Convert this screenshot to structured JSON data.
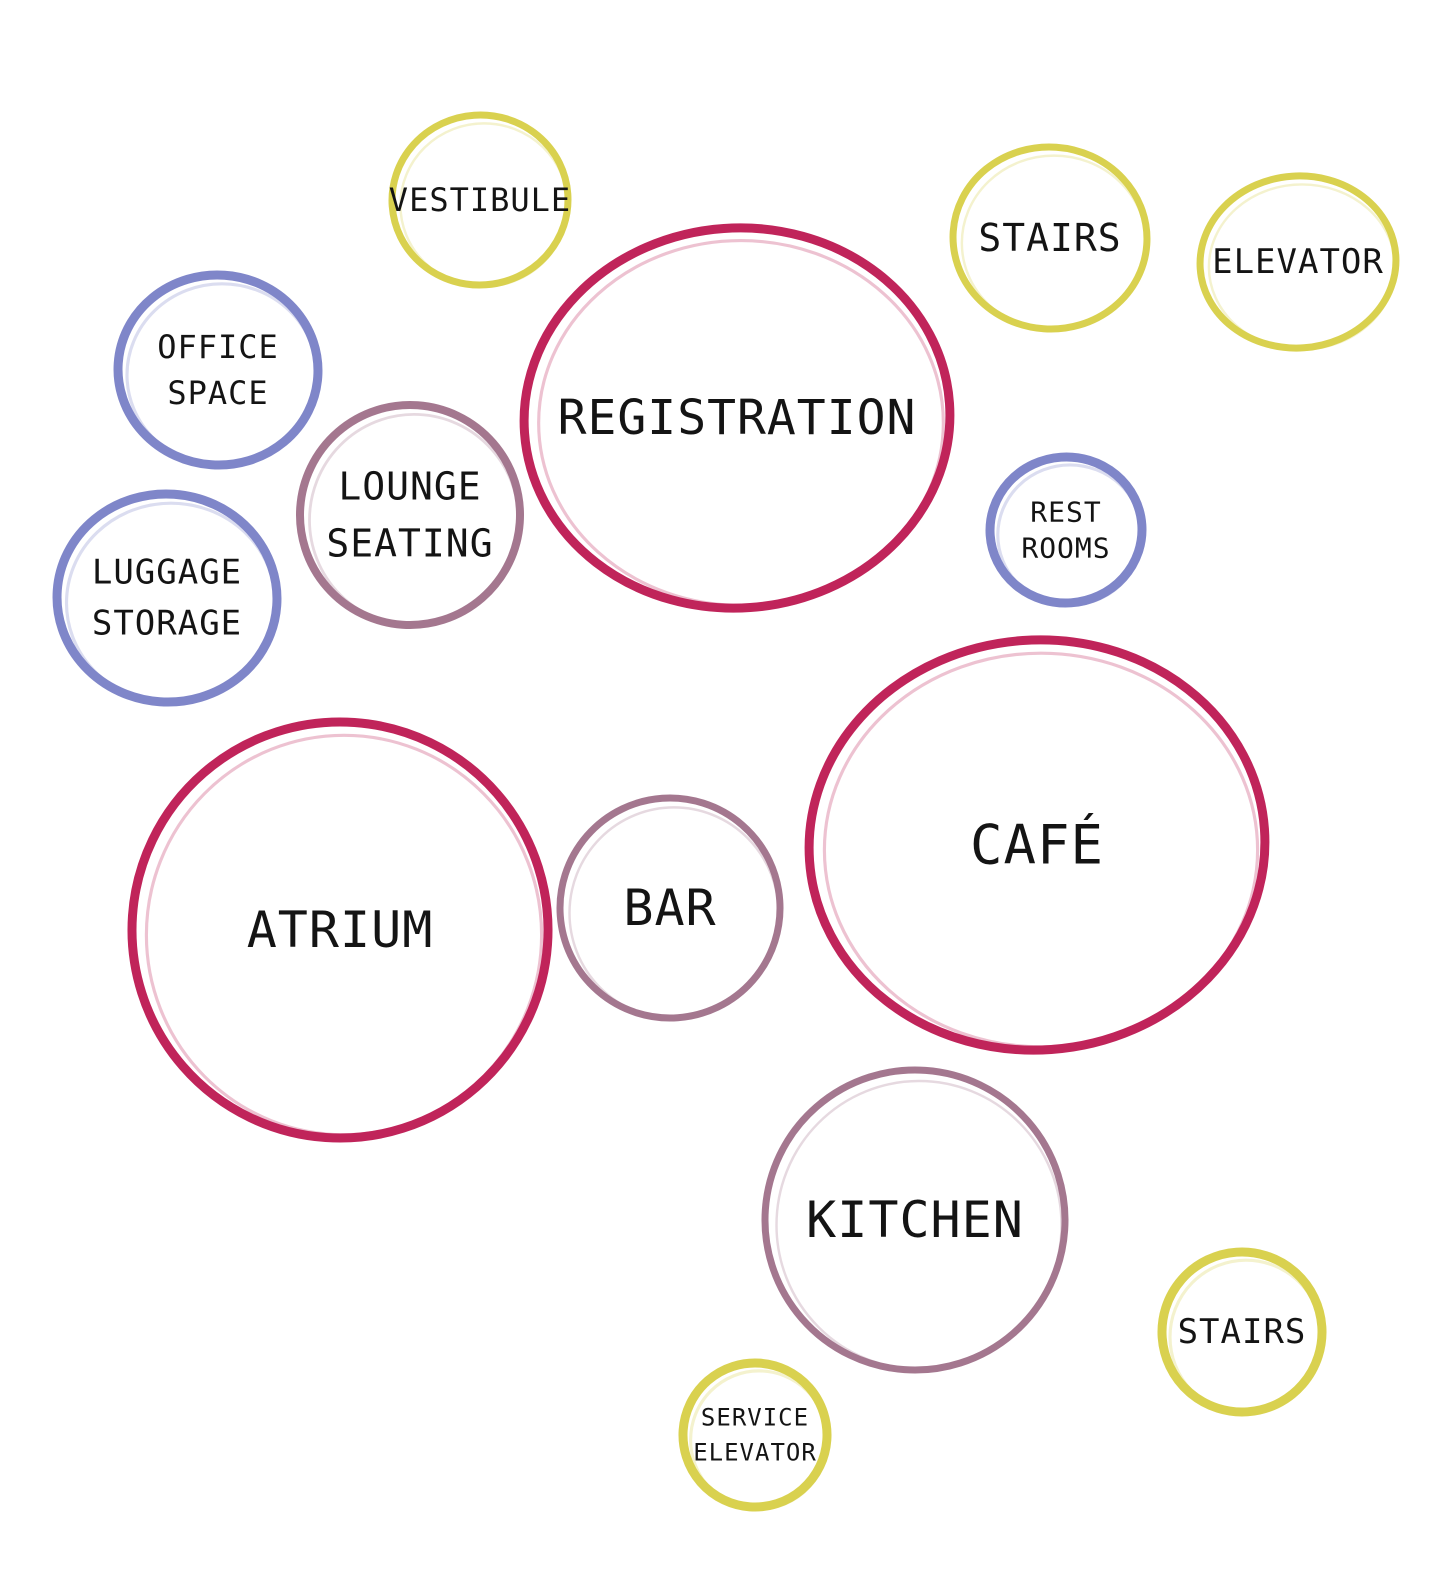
{
  "colors": {
    "primary": "#c0245a",
    "secondary": "#a4778f",
    "support": "#7f86c9",
    "circulation": "#d9d14f",
    "text": "#141414"
  },
  "bubbles": [
    {
      "id": "vestibule",
      "lines": [
        "VESTIBULE"
      ],
      "category": "circulation"
    },
    {
      "id": "stairs-upper",
      "lines": [
        "STAIRS"
      ],
      "category": "circulation"
    },
    {
      "id": "elevator",
      "lines": [
        "ELEVATOR"
      ],
      "category": "circulation"
    },
    {
      "id": "office-space",
      "lines": [
        "OFFICE",
        "SPACE"
      ],
      "category": "support"
    },
    {
      "id": "registration",
      "lines": [
        "REGISTRATION"
      ],
      "category": "primary"
    },
    {
      "id": "lounge-seating",
      "lines": [
        "LOUNGE",
        "SEATING"
      ],
      "category": "secondary"
    },
    {
      "id": "rest-rooms",
      "lines": [
        "REST",
        "ROOMS"
      ],
      "category": "support"
    },
    {
      "id": "luggage-storage",
      "lines": [
        "LUGGAGE",
        "STORAGE"
      ],
      "category": "support"
    },
    {
      "id": "cafe",
      "lines": [
        "CAFÉ"
      ],
      "category": "primary"
    },
    {
      "id": "atrium",
      "lines": [
        "ATRIUM"
      ],
      "category": "primary"
    },
    {
      "id": "bar",
      "lines": [
        "BAR"
      ],
      "category": "secondary"
    },
    {
      "id": "kitchen",
      "lines": [
        "KITCHEN"
      ],
      "category": "secondary"
    },
    {
      "id": "stairs-lower",
      "lines": [
        "STAIRS"
      ],
      "category": "circulation"
    },
    {
      "id": "service-elevator",
      "lines": [
        "SERVICE",
        "ELEVATOR"
      ],
      "category": "circulation"
    }
  ]
}
